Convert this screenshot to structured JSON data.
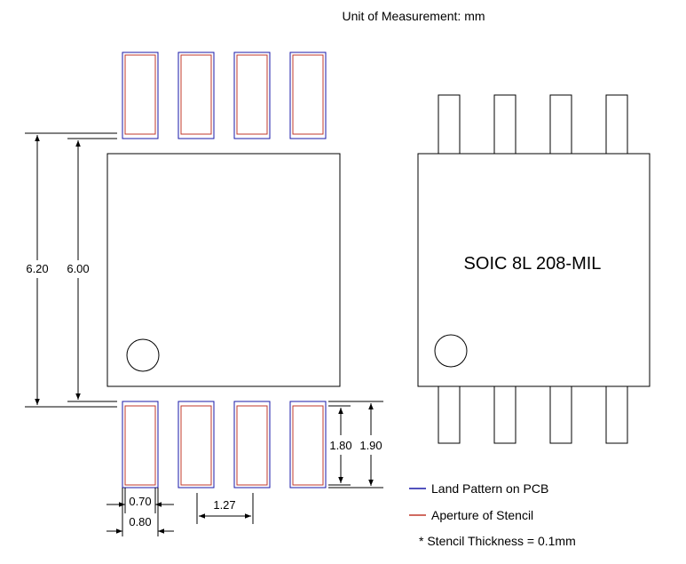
{
  "header": {
    "units": "Unit of Measurement: mm"
  },
  "package": {
    "name": "SOIC 8L 208-MIL"
  },
  "dimensions": {
    "outer_span": "6.20",
    "body_span": "6.00",
    "pad_length_land": "1.90",
    "pad_length_stencil": "1.80",
    "pad_width_stencil": "0.70",
    "pad_width_land": "0.80",
    "pitch": "1.27"
  },
  "legend": {
    "land_pattern": "Land Pattern on PCB",
    "stencil": "Aperture of Stencil",
    "thickness_note": "* Stencil Thickness = 0.1mm"
  },
  "colors": {
    "land": "#1a1aa8",
    "stencil": "#c0392b",
    "line": "#000000"
  }
}
